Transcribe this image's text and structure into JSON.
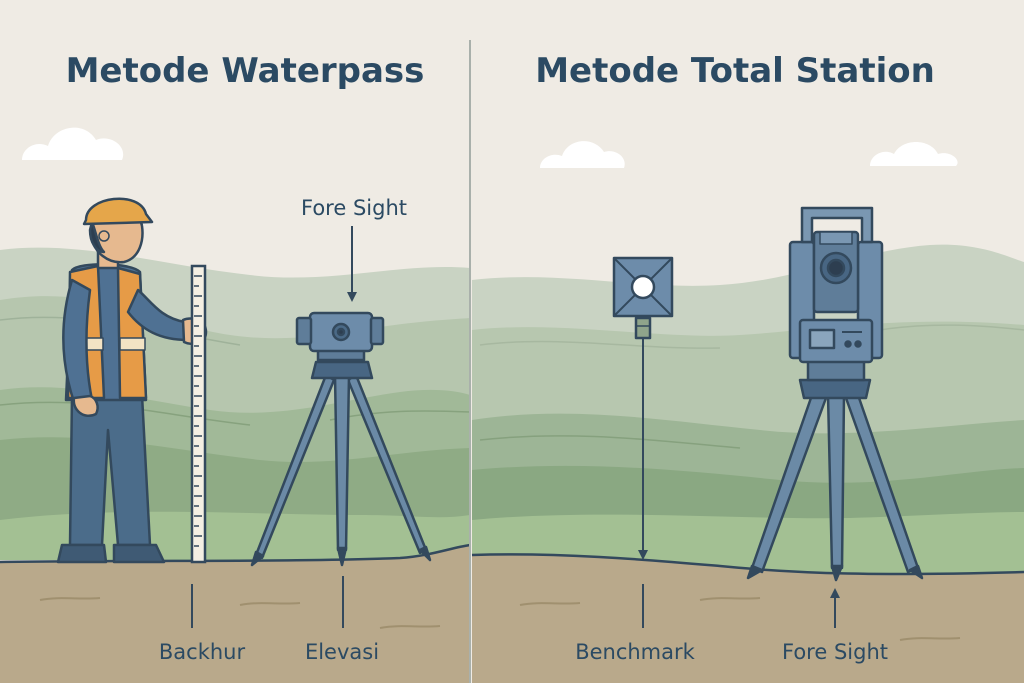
{
  "left_panel": {
    "title": "Metode Waterpass",
    "label_fore_sight": "Fore Sight",
    "label_backhur": "Backhur",
    "label_elevasi": "Elevasi"
  },
  "right_panel": {
    "title": "Metode Total Station",
    "label_benchmark": "Benchmark",
    "label_fore_sight": "Fore Sight"
  },
  "colors": {
    "sky": "#efebe4",
    "ground": "#b9a98b",
    "hill_far": "#c9d3c3",
    "hill_mid": "#a9bea3",
    "hill_near": "#86a780",
    "grass": "#9dbb8d",
    "outline": "#33495d",
    "instrument": "#5f7d99",
    "instrument_dark": "#486683",
    "vest": "#e69b47",
    "helmet": "#e5a64a",
    "text": "#2b4a63"
  }
}
